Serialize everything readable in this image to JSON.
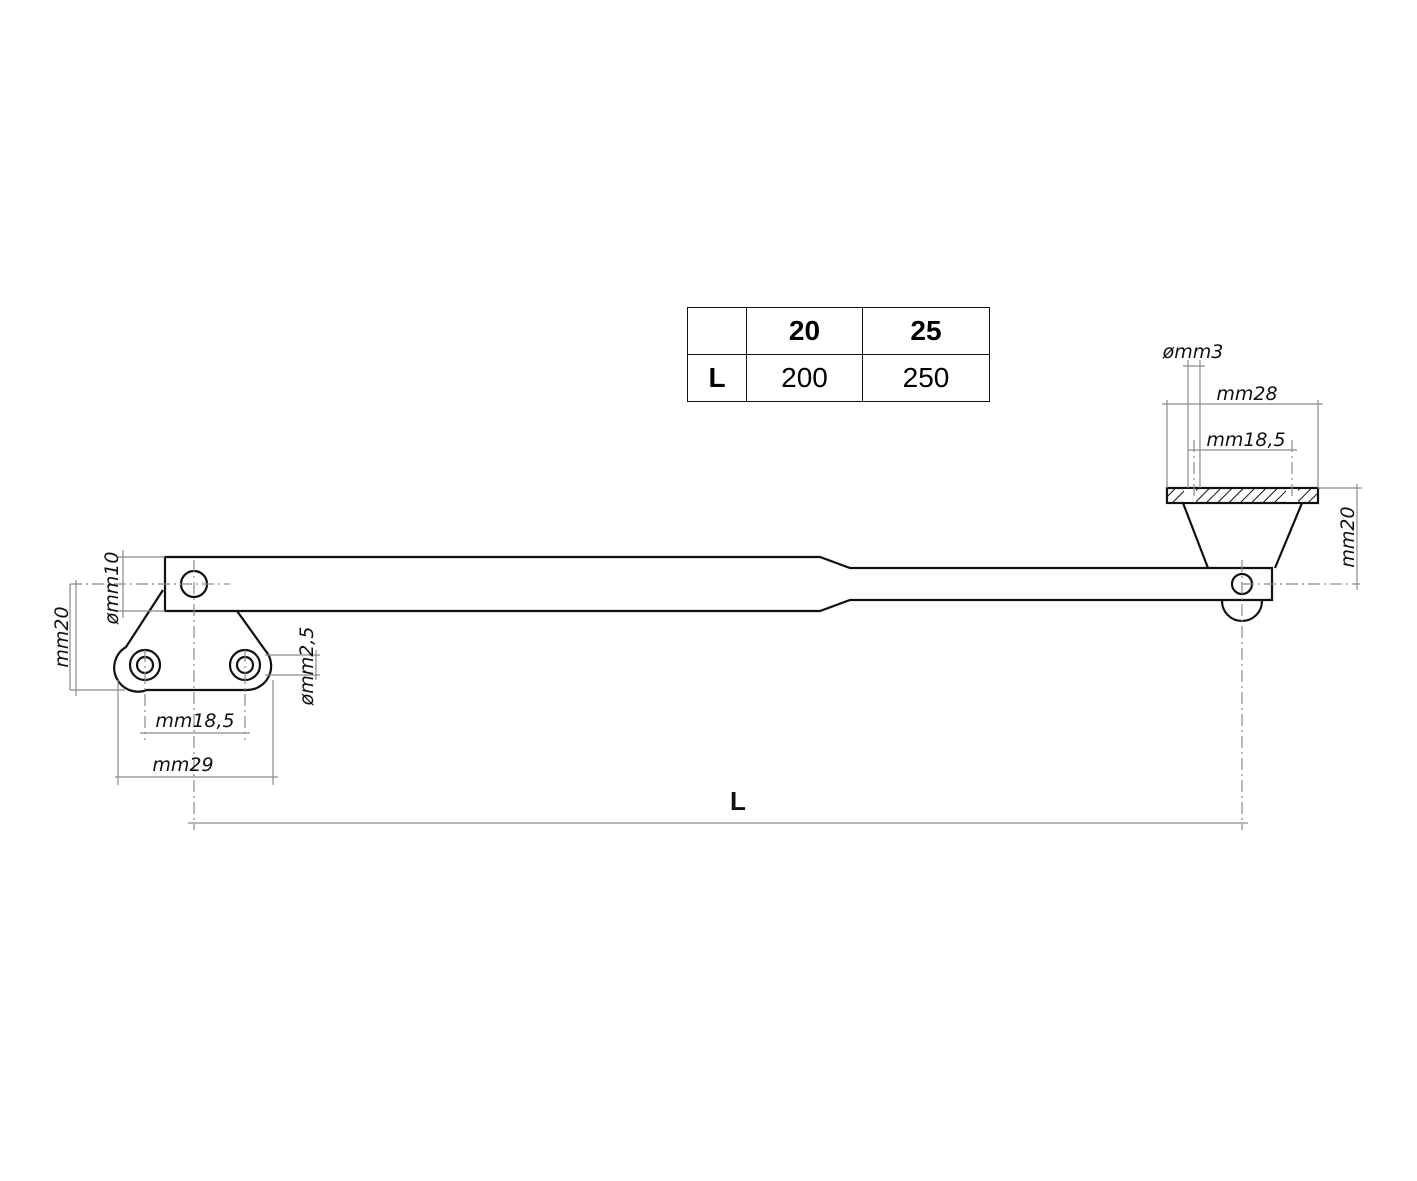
{
  "table": {
    "header": [
      "",
      "20",
      "25"
    ],
    "rows": [
      [
        "L",
        "200",
        "250"
      ]
    ]
  },
  "dimensions": {
    "left_hole_dia": "ømm10",
    "bracket_height": "mm20",
    "bracket_hole_dia": "ømm2,5",
    "bracket_hole_spacing": "mm18,5",
    "bracket_width": "mm29",
    "length": "L",
    "plate_hole_dia": "ømm3",
    "plate_width": "mm28",
    "plate_hole_spacing": "mm18,5",
    "plate_height": "mm20"
  }
}
